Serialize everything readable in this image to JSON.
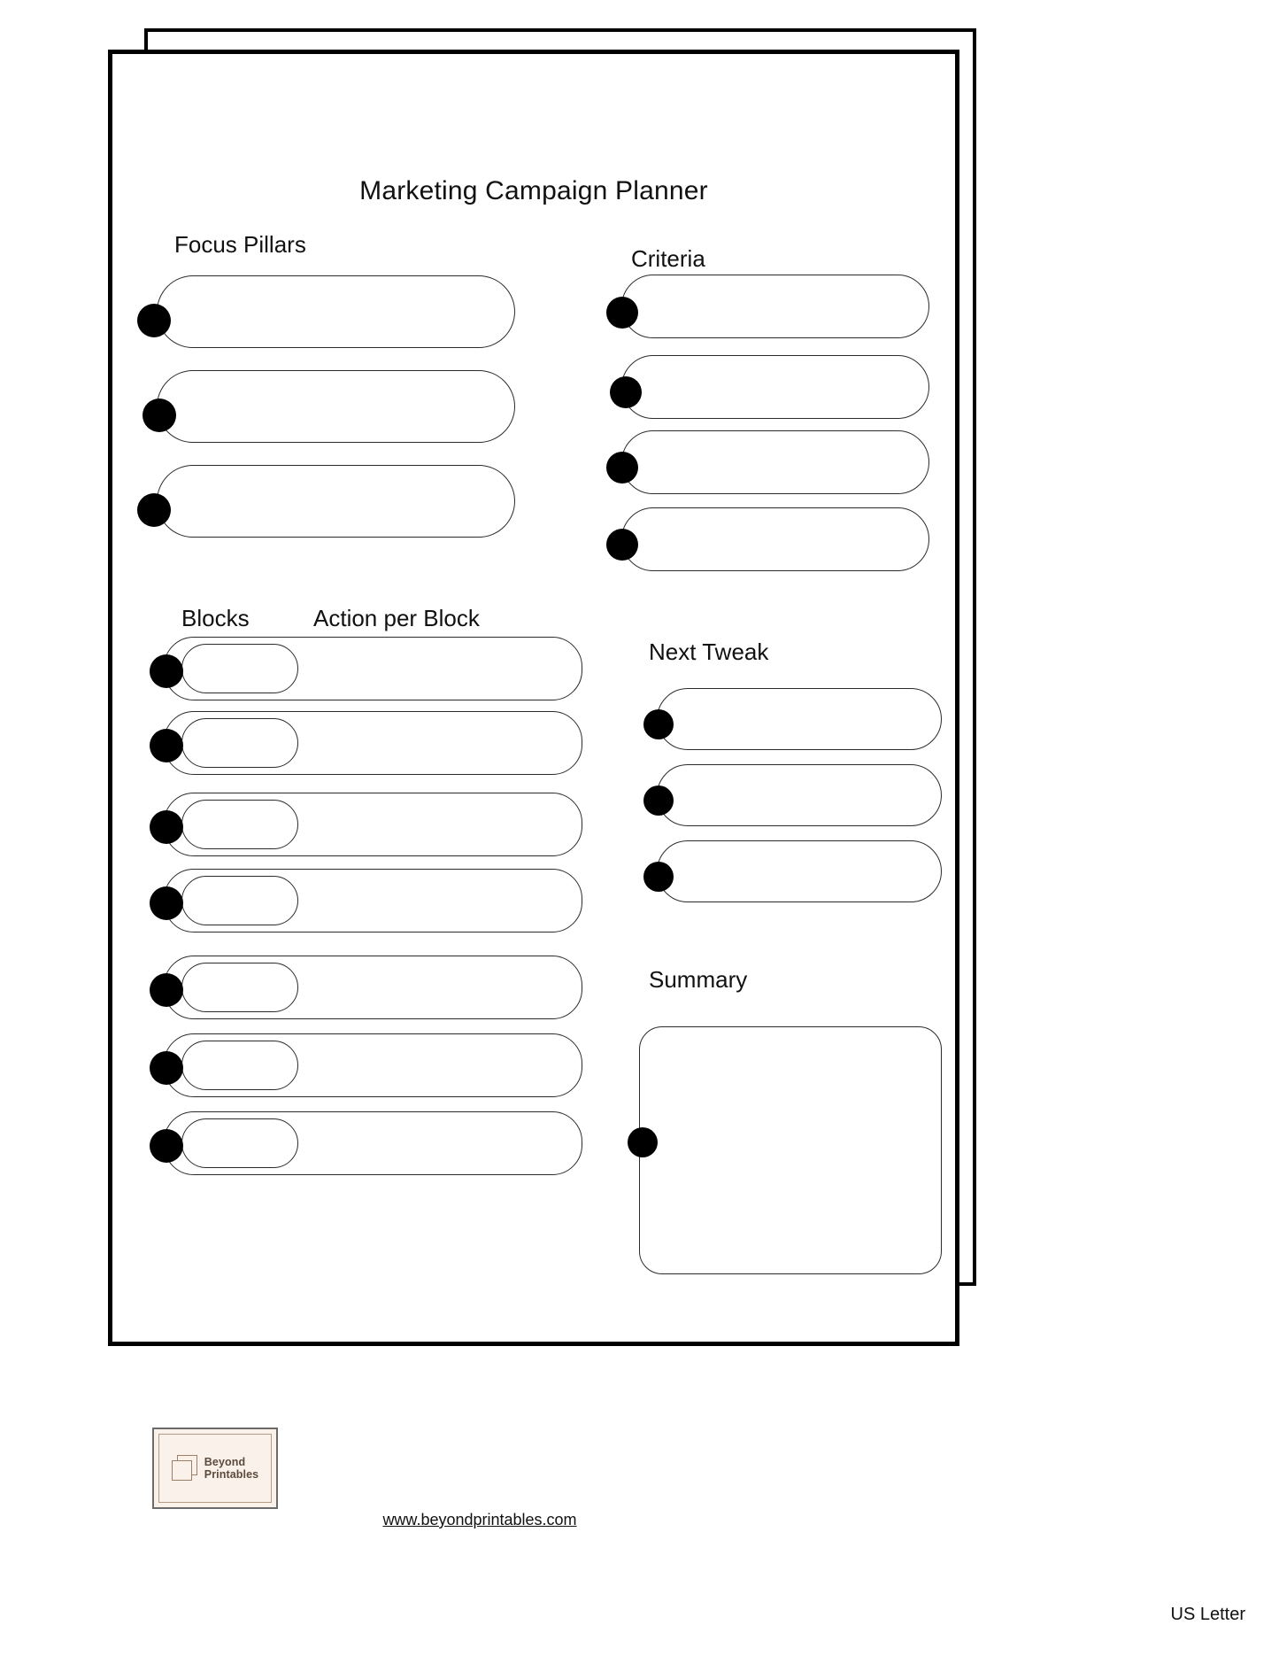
{
  "document": {
    "title": "Marketing Campaign Planner",
    "paper_size": "US Letter",
    "website": "www.beyondprintables.com"
  },
  "brand": {
    "name_line1": "Beyond",
    "name_line2": "Printables",
    "badge_bg": "#faf2ea",
    "badge_border": "#6b6b6b",
    "inner_border": "#b59a84",
    "text_color": "#5c4a3d",
    "mark_icon": "stacked-pages-icon"
  },
  "sections": [
    {
      "id": "focus-pillars",
      "label": "Focus Pillars",
      "fields": [
        {
          "value": "",
          "placeholder": ""
        },
        {
          "value": "",
          "placeholder": ""
        },
        {
          "value": "",
          "placeholder": ""
        }
      ]
    },
    {
      "id": "criteria",
      "label": "Criteria",
      "fields": [
        {
          "value": "",
          "placeholder": ""
        },
        {
          "value": "",
          "placeholder": ""
        },
        {
          "value": "",
          "placeholder": ""
        },
        {
          "value": "",
          "placeholder": ""
        }
      ]
    },
    {
      "id": "blocks",
      "label": "Blocks",
      "fields": [
        {
          "value": "",
          "placeholder": ""
        },
        {
          "value": "",
          "placeholder": ""
        },
        {
          "value": "",
          "placeholder": ""
        },
        {
          "value": "",
          "placeholder": ""
        },
        {
          "value": "",
          "placeholder": ""
        },
        {
          "value": "",
          "placeholder": ""
        },
        {
          "value": "",
          "placeholder": ""
        }
      ]
    },
    {
      "id": "action-per-block",
      "label": "Action per Block",
      "fields": [
        {
          "value": "",
          "placeholder": ""
        },
        {
          "value": "",
          "placeholder": ""
        },
        {
          "value": "",
          "placeholder": ""
        },
        {
          "value": "",
          "placeholder": ""
        },
        {
          "value": "",
          "placeholder": ""
        },
        {
          "value": "",
          "placeholder": ""
        },
        {
          "value": "",
          "placeholder": ""
        }
      ]
    },
    {
      "id": "next-tweak",
      "label": "Next Tweak",
      "fields": [
        {
          "value": "",
          "placeholder": ""
        },
        {
          "value": "",
          "placeholder": ""
        },
        {
          "value": "",
          "placeholder": ""
        }
      ]
    },
    {
      "id": "summary",
      "label": "Summary",
      "fields": [
        {
          "value": "",
          "placeholder": ""
        }
      ]
    }
  ],
  "labels": {
    "focus_pillars": "Focus Pillars",
    "criteria": "Criteria",
    "blocks": "Blocks",
    "action_per_block": "Action per Block",
    "next_tweak": "Next Tweak",
    "summary": "Summary"
  },
  "colors": {
    "ink": "#000000",
    "field_stroke": "#2b2b2b",
    "paper": "#ffffff"
  }
}
